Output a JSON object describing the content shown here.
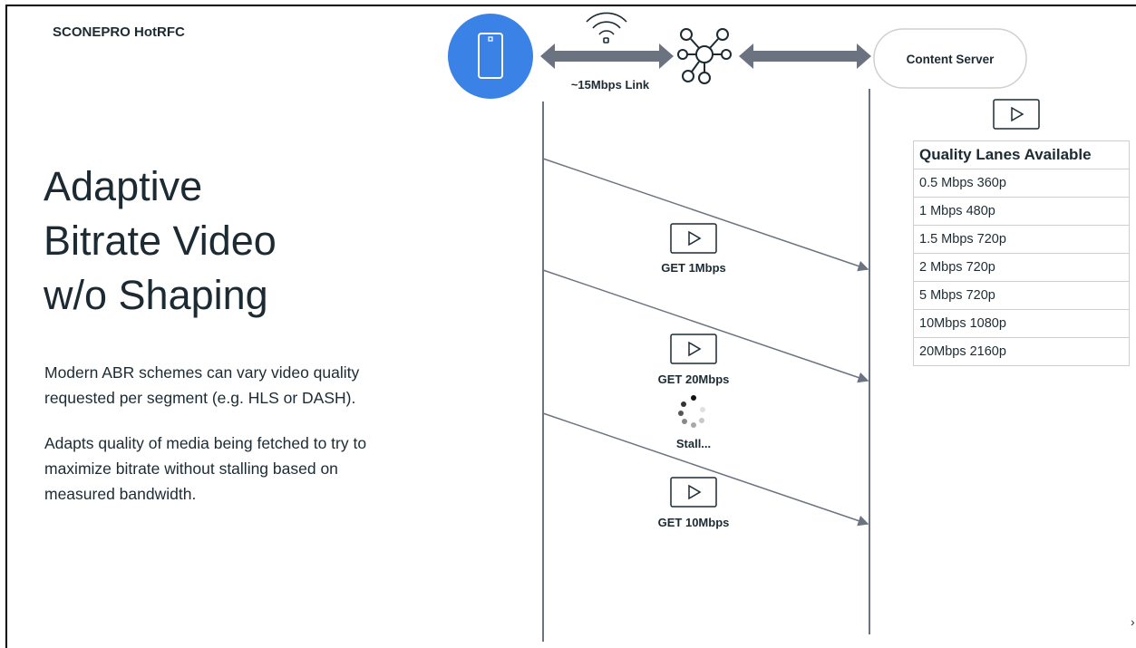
{
  "header": {
    "brand": "SCONEPRO HotRFC"
  },
  "slide": {
    "title_lines": [
      "Adaptive",
      "Bitrate Video",
      "w/o Shaping"
    ],
    "paragraphs": [
      "Modern ABR schemes can vary video quality requested per segment (e.g. HLS or DASH).",
      "Adapts quality of media being fetched to try to maximize bitrate without stalling based on measured bandwidth."
    ]
  },
  "diagram": {
    "client_icon": "smartphone-icon",
    "wifi_icon": "wifi-icon",
    "network_icon": "network-hub-icon",
    "link_label": "~15Mbps Link",
    "server_label": "Content Server",
    "server_video_icon": "video-play-icon",
    "requests": [
      {
        "label": "GET 1Mbps",
        "icon": "video-play-icon"
      },
      {
        "label": "GET 20Mbps",
        "icon": "video-play-icon"
      },
      {
        "label": "GET 10Mbps",
        "icon": "video-play-icon"
      }
    ],
    "stall_icon": "loading-spinner-icon",
    "stall_label": "Stall...",
    "colors": {
      "client": "#3b82e6",
      "arrow": "#6b7380",
      "line": "#6b7380"
    }
  },
  "quality_table": {
    "header": "Quality Lanes Available",
    "rows": [
      "0.5 Mbps 360p",
      "1 Mbps 480p",
      "1.5 Mbps 720p",
      "2 Mbps 720p",
      "5 Mbps 720p",
      "10Mbps 1080p",
      "20Mbps 2160p"
    ]
  },
  "edge_glyph": "›"
}
